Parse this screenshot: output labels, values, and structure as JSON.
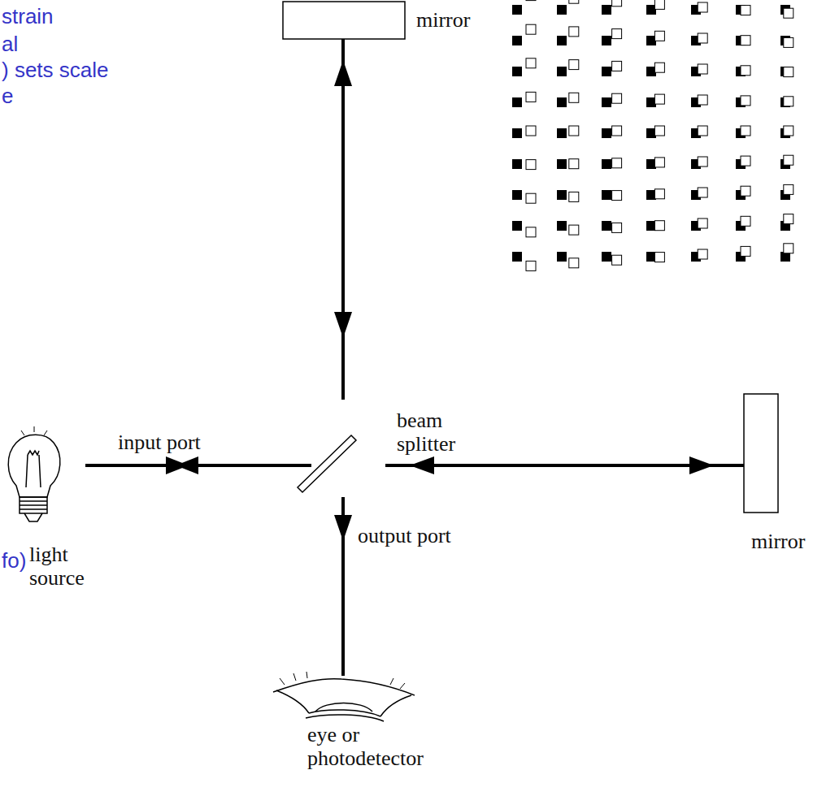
{
  "diagram": {
    "labels": [
      "strain",
      "al",
      ") sets scale",
      "e",
      "mirror",
      "beam splitter",
      "input port",
      "light source",
      "mirror",
      "output port",
      "fo)",
      "eye or photodetector"
    ]
  }
}
